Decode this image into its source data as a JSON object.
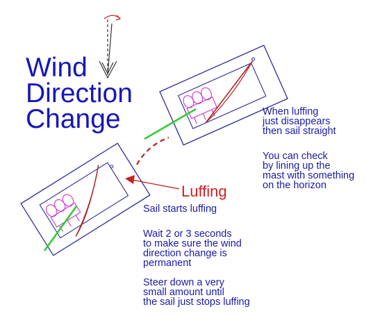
{
  "title": [
    "Wind",
    "Direction",
    "Change"
  ],
  "callout": "Luffing",
  "notes_right": [
    [
      "When luffing",
      "just disappears",
      "then sail straight"
    ],
    [
      "You can check",
      "by lining up the",
      "mast with something",
      "on the horizon"
    ]
  ],
  "notes_bottom": [
    [
      "Sail starts luffing"
    ],
    [
      "Wait 2 or 3 seconds",
      "to make sure the wind",
      "direction change is",
      "permanent"
    ],
    [
      "Steer down a very",
      "small amount until",
      "the sail just stops luffing"
    ]
  ],
  "colors": {
    "text": "#1a1aa6",
    "boat": "#2a2a9a",
    "sail": "#b22222",
    "tell_tale": "#33cc33",
    "crew": "#cc33cc",
    "luffing_label": "#cc1f1f"
  }
}
